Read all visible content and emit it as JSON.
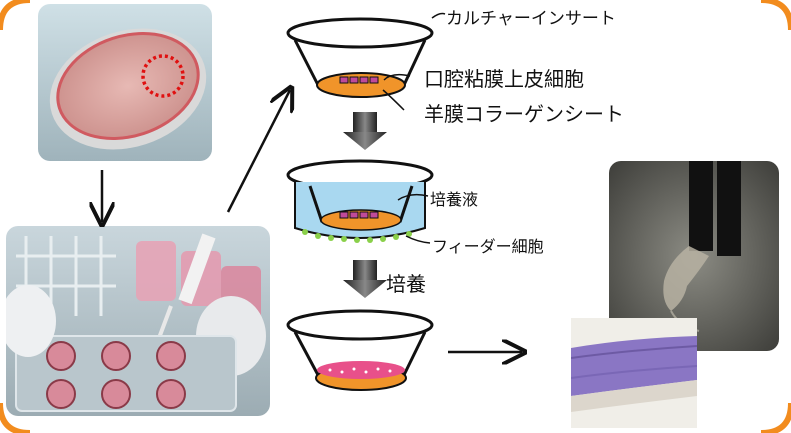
{
  "labels": {
    "culture_insert": "カルチャーインサート",
    "oral_mucosal_epithelial_cells": "口腔粘膜上皮細胞",
    "amniotic_collagen_sheet": "羊膜コラーゲンシート",
    "culture_medium": "培養液",
    "feeder_cells": "フィーダー細胞",
    "culture_step": "培養"
  },
  "colors": {
    "frame_orange": "#f28c1e",
    "collagen_sheet": "#f0942a",
    "cell_sheet_pink": "#e8508a",
    "medium_blue": "#a9d8f0",
    "feeder_green": "#8ad04a",
    "dotted_circle_red": "#e01010",
    "stain_purple": "#8a76c4"
  }
}
